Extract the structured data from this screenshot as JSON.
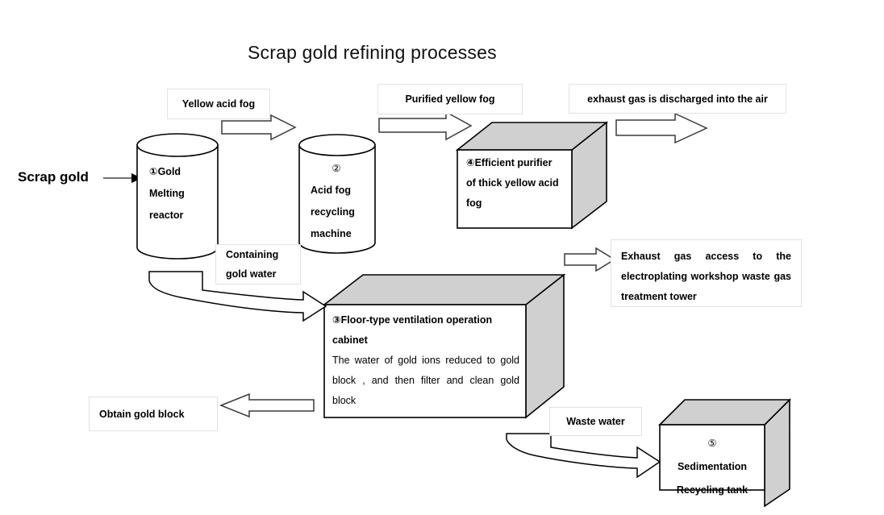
{
  "page": {
    "title": "Scrap gold refining processes",
    "background": "#ffffff",
    "box_face_color": "#ffffff",
    "box_side_color": "#d0d0d0",
    "stroke_color": "#000000",
    "label_border_color": "#e2e2e2"
  },
  "entry": {
    "label": "Scrap gold"
  },
  "nodes": {
    "n1": {
      "number": "①",
      "shape": "cylinder",
      "lines": [
        "①Gold",
        "Melting",
        "reactor"
      ]
    },
    "n2": {
      "number": "②",
      "shape": "cylinder",
      "lines": [
        "②",
        "Acid    fog",
        "recycling",
        "machine"
      ]
    },
    "n3": {
      "number": "③",
      "shape": "cube",
      "heading": "③Floor-type ventilation operation cabinet",
      "body": "The water of gold ions reduced to gold block , and then filter and clean gold block"
    },
    "n4": {
      "number": "④",
      "shape": "cube",
      "lines": [
        "④Efficient   purifier",
        "of thick yellow acid",
        "fog"
      ]
    },
    "n5": {
      "number": "⑤",
      "shape": "cube",
      "lines": [
        "⑤",
        "Sedimentation",
        "Recycling tank"
      ]
    }
  },
  "labels": {
    "yellow_acid_fog": "Yellow acid fog",
    "purified_yellow_fog": "Purified yellow fog",
    "exhaust_air": "exhaust gas is discharged into the air",
    "containing_gold_water": "Containing gold water",
    "exhaust_tower": "Exhaust gas access to the electroplating workshop waste gas treatment tower",
    "obtain_gold_block": "Obtain gold block",
    "waste_water": "Waste water"
  },
  "flows": [
    {
      "name": "scrap-gold-to-reactor",
      "from": "Scrap gold",
      "to": "①Gold Melting reactor",
      "style": "thin-arrow"
    },
    {
      "name": "reactor-to-recycler",
      "from": "①Gold Melting reactor",
      "to": "②Acid fog recycling machine",
      "label": "Yellow acid fog",
      "style": "block-arrow"
    },
    {
      "name": "recycler-to-purifier",
      "from": "②Acid fog recycling machine",
      "to": "④Efficient purifier of thick yellow acid fog",
      "label": "Purified yellow fog",
      "style": "block-arrow"
    },
    {
      "name": "purifier-to-air",
      "from": "④Efficient purifier of thick yellow acid fog",
      "to": "air",
      "label": "exhaust gas is discharged into the air",
      "style": "block-arrow"
    },
    {
      "name": "reactor-to-cabinet",
      "from": "①Gold Melting reactor",
      "to": "③Floor-type ventilation operation cabinet",
      "label": "Containing gold water",
      "style": "curved-block-arrow"
    },
    {
      "name": "cabinet-to-tower",
      "from": "③Floor-type ventilation operation cabinet",
      "to": "Exhaust gas treatment tower",
      "style": "block-arrow"
    },
    {
      "name": "cabinet-to-gold-block",
      "from": "③Floor-type ventilation operation cabinet",
      "to": "Obtain gold block",
      "style": "block-arrow-left"
    },
    {
      "name": "cabinet-to-sedimentation",
      "from": "③Floor-type ventilation operation cabinet",
      "to": "⑤Sedimentation Recycling tank",
      "label": "Waste water",
      "style": "curved-block-arrow"
    }
  ]
}
